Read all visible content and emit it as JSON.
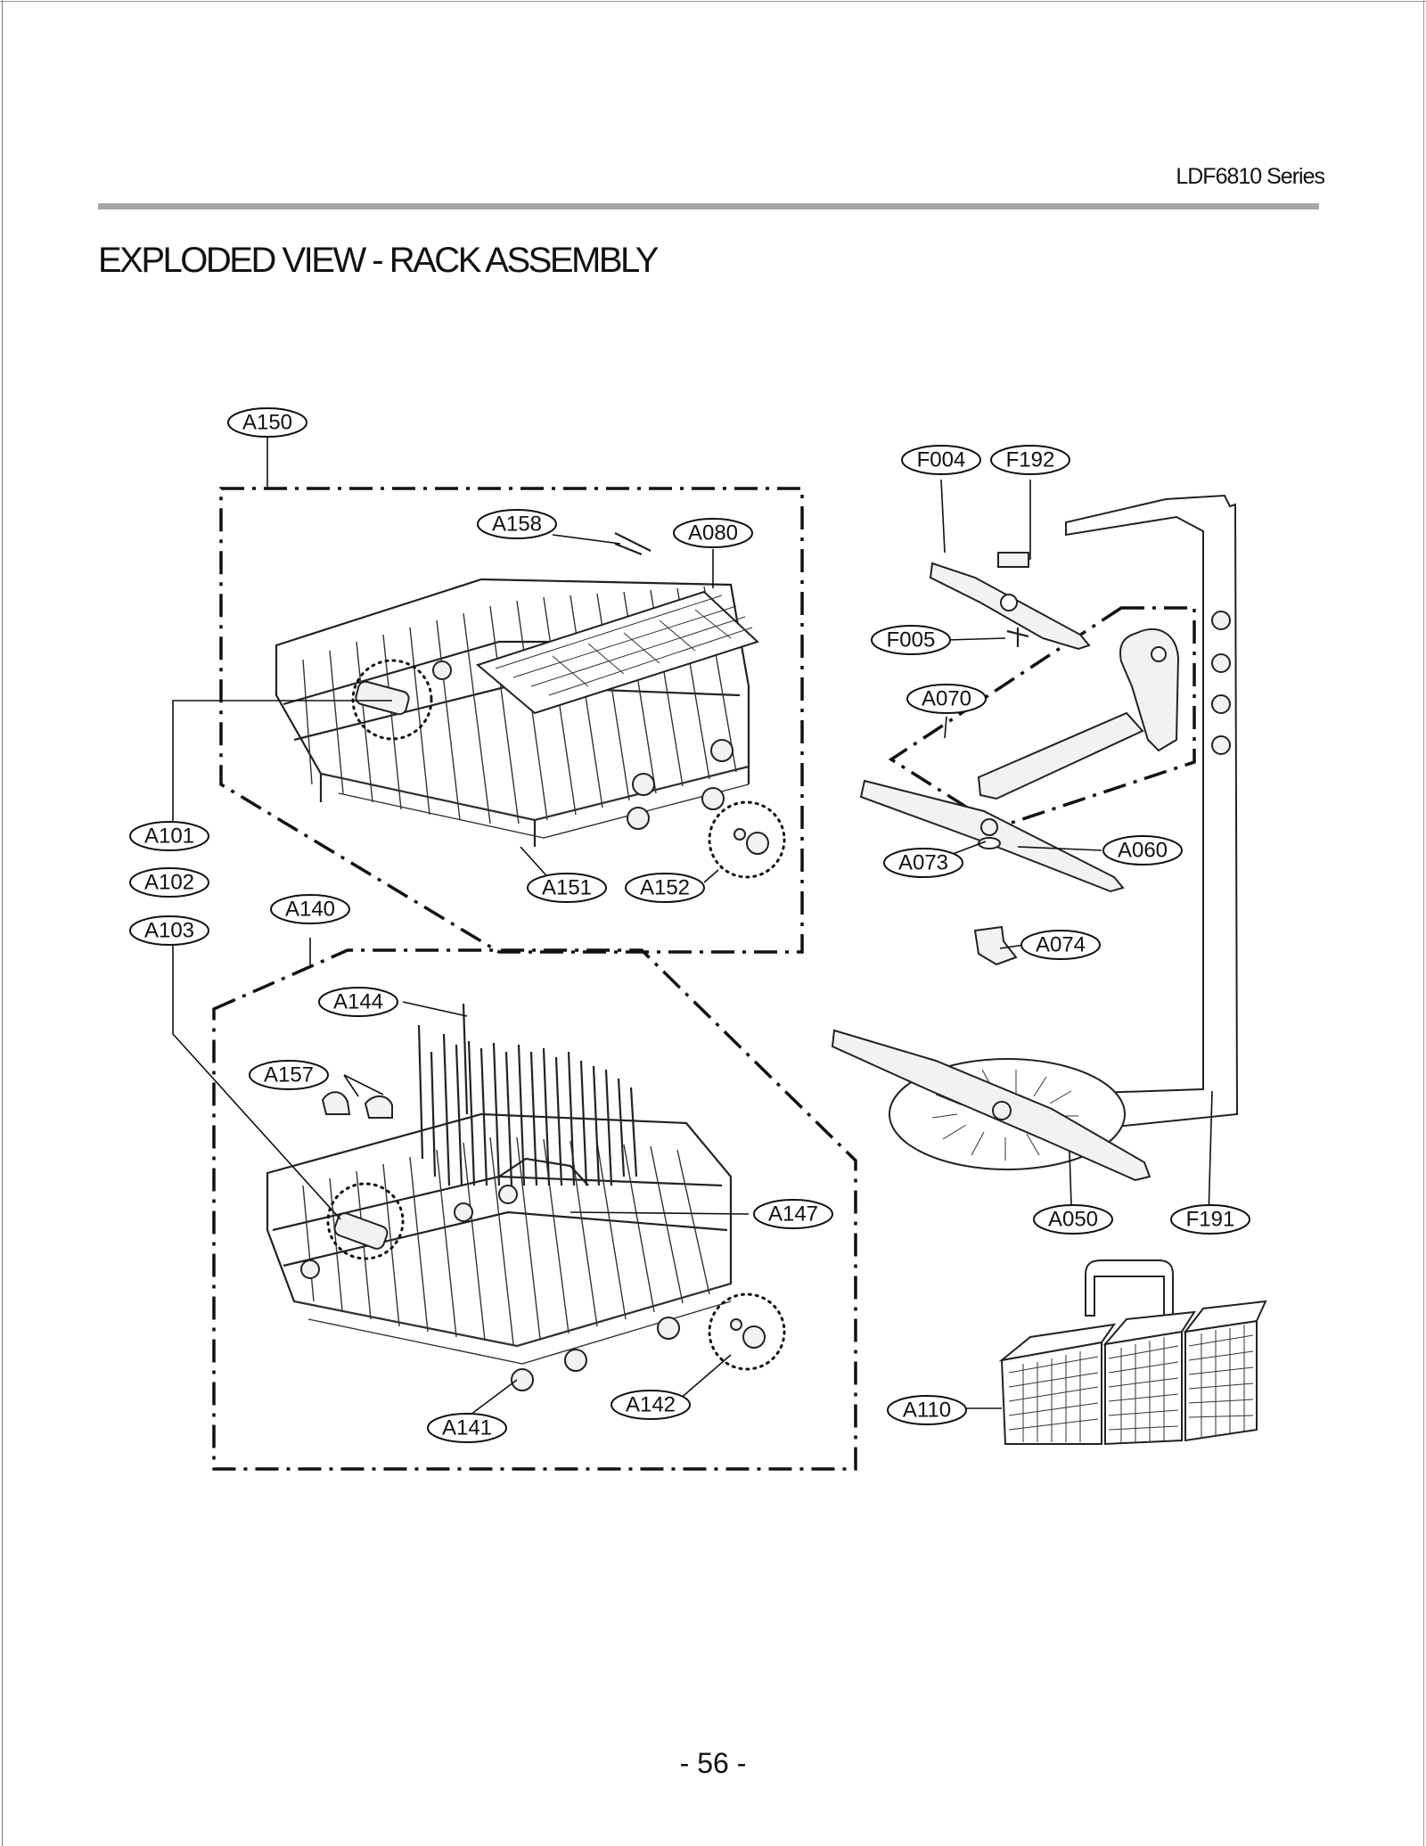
{
  "header": {
    "series": "LDF6810 Series"
  },
  "title": "EXPLODED VIEW - RACK ASSEMBLY",
  "page_number": "- 56 -",
  "callouts": {
    "A150": "A150",
    "A158": "A158",
    "A080": "A080",
    "A101": "A101",
    "A102": "A102",
    "A103": "A103",
    "A151": "A151",
    "A152": "A152",
    "A140": "A140",
    "A144": "A144",
    "A157": "A157",
    "A147": "A147",
    "A141": "A141",
    "A142": "A142",
    "F004": "F004",
    "F192": "F192",
    "F005": "F005",
    "A070": "A070",
    "A073": "A073",
    "A060": "A060",
    "A074": "A074",
    "A050": "A050",
    "F191": "F191",
    "A110": "A110"
  }
}
